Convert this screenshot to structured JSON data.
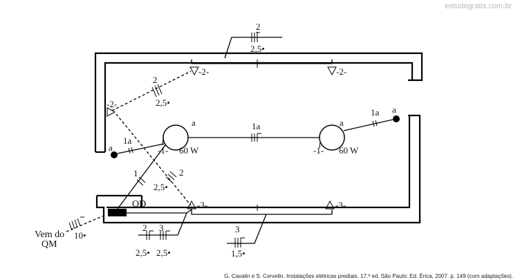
{
  "watermark": "estudegratis.com.br",
  "credit": "G. Cavalin e S. Cervelin. Instalações elétricas prediais. 17.ª ed. São Paulo: Ed. Érica, 2007. p. 149 (com adaptações).",
  "labels": {
    "top_circuit_count": "2",
    "top_circuit_section": "2,5•",
    "outlet_top_left": "-2-",
    "outlet_top_right": "-2-",
    "outlet_left_wall": "-2-",
    "diag_circuit_count": "2",
    "diag_circuit_section": "2,5•",
    "lamp_left_point": "a",
    "lamp_left_id": "-1-",
    "lamp_left_power": "60 W",
    "lamp_right_point": "a",
    "lamp_right_id": "-1-",
    "lamp_right_power": "60 W",
    "middle_wire": "1a",
    "switch_left_point": "a",
    "switch_left_wire": "1a",
    "switch_right_point": "a",
    "switch_right_wire": "1a",
    "qd_wire1_count": "1",
    "qd_wire2_count": "2",
    "qd_wire2_section": "2,5•",
    "qd": "QD",
    "outlet_bottom_left": "-3-",
    "outlet_bottom_right": "-3-",
    "feed_line1": "Vem do",
    "feed_line2": "QM",
    "feed_section": "10•",
    "bottom_count_a": "2",
    "bottom_count_b": "3",
    "bottom_section_a": "2,5•",
    "bottom_section_b": "2,5•",
    "bottom_right_count": "3",
    "bottom_right_section": "1,5•"
  }
}
